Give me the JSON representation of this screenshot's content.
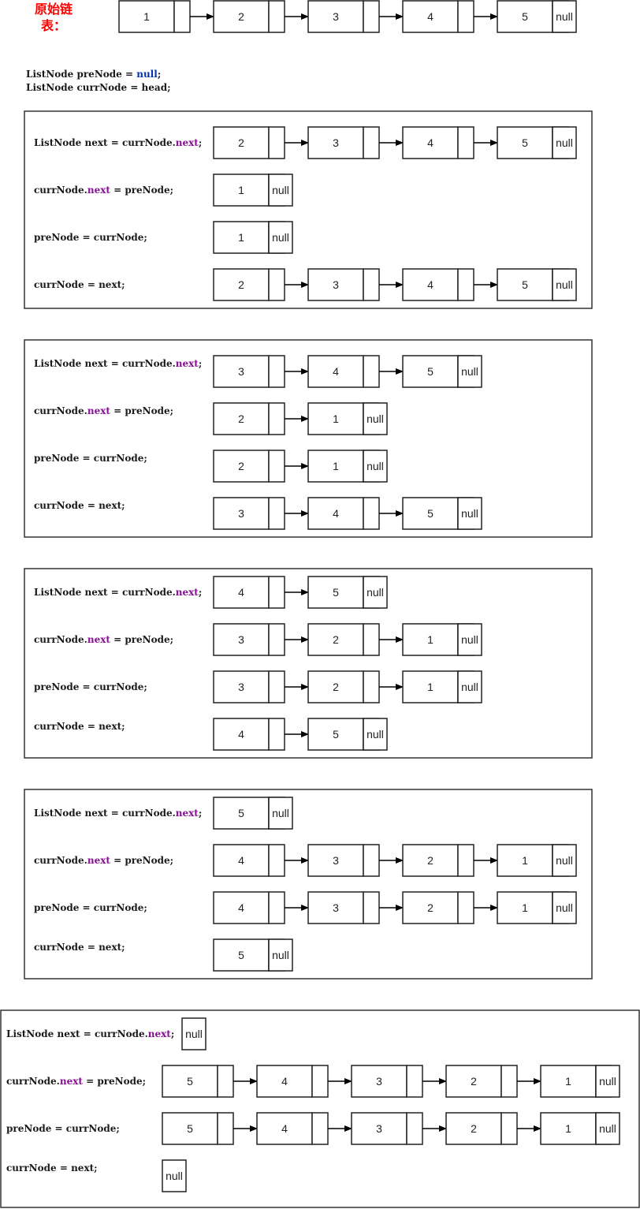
{
  "title": [
    "原始链",
    "表："
  ],
  "init_code": [
    [
      {
        "t": "ListNode preNode = "
      },
      {
        "t": "null",
        "k": "null"
      },
      {
        "t": ";"
      }
    ],
    [
      {
        "t": "ListNode currNode = head;"
      }
    ]
  ],
  "original_list": [
    "1",
    "2",
    "3",
    "4",
    "5"
  ],
  "null_label": "null",
  "steps": [
    {
      "lists": [
        [
          "2",
          "3",
          "4",
          "5"
        ],
        [
          "1"
        ],
        [
          "1"
        ],
        [
          "2",
          "3",
          "4",
          "5"
        ]
      ],
      "code": [
        [
          {
            "t": "ListNode next = currNode."
          },
          {
            "t": "next",
            "k": "next"
          },
          {
            "t": ";"
          }
        ],
        [
          {
            "t": "currNode."
          },
          {
            "t": "next",
            "k": "next"
          },
          {
            "t": " = preNode;"
          }
        ],
        [
          {
            "t": "preNode = currNode;"
          }
        ],
        [
          {
            "t": "currNode = next;"
          }
        ]
      ]
    },
    {
      "lists": [
        [
          "3",
          "4",
          "5"
        ],
        [
          "2",
          "1"
        ],
        [
          "2",
          "1"
        ],
        [
          "3",
          "4",
          "5"
        ]
      ],
      "code": [
        [
          {
            "t": "ListNode next = currNode."
          },
          {
            "t": "next",
            "k": "next"
          },
          {
            "t": ";"
          }
        ],
        [
          {
            "t": "currNode."
          },
          {
            "t": "next",
            "k": "next"
          },
          {
            "t": " = preNode;"
          }
        ],
        [
          {
            "t": "preNode = currNode;"
          }
        ],
        [
          {
            "t": "currNode = next;"
          }
        ]
      ]
    },
    {
      "lists": [
        [
          "4",
          "5"
        ],
        [
          "3",
          "2",
          "1"
        ],
        [
          "3",
          "2",
          "1"
        ],
        [
          "4",
          "5"
        ]
      ],
      "code": [
        [
          {
            "t": "ListNode next = currNode."
          },
          {
            "t": "next",
            "k": "next"
          },
          {
            "t": ";"
          }
        ],
        [
          {
            "t": "currNode."
          },
          {
            "t": "next",
            "k": "next"
          },
          {
            "t": " = preNode;"
          }
        ],
        [
          {
            "t": "preNode = currNode;"
          }
        ],
        [
          {
            "t": "currNode = next;"
          }
        ]
      ]
    },
    {
      "lists": [
        [
          "5"
        ],
        [
          "4",
          "3",
          "2",
          "1"
        ],
        [
          "4",
          "3",
          "2",
          "1"
        ],
        [
          "5"
        ]
      ],
      "code": [
        [
          {
            "t": "ListNode next = currNode."
          },
          {
            "t": "next",
            "k": "next"
          },
          {
            "t": ";"
          }
        ],
        [
          {
            "t": "currNode."
          },
          {
            "t": "next",
            "k": "next"
          },
          {
            "t": " = preNode;"
          }
        ],
        [
          {
            "t": "preNode = currNode;"
          }
        ],
        [
          {
            "t": "currNode = next;"
          }
        ]
      ]
    },
    {
      "lists": [
        [],
        [
          "5",
          "4",
          "3",
          "2",
          "1"
        ],
        [
          "5",
          "4",
          "3",
          "2",
          "1"
        ],
        []
      ],
      "code": [
        [
          {
            "t": "ListNode next = currNode."
          },
          {
            "t": "next",
            "k": "next"
          },
          {
            "t": ";"
          }
        ],
        [
          {
            "t": "currNode."
          },
          {
            "t": "next",
            "k": "next"
          },
          {
            "t": " = preNode;"
          }
        ],
        [
          {
            "t": "preNode = currNode;"
          }
        ],
        [
          {
            "t": "currNode = next;"
          }
        ]
      ]
    }
  ]
}
